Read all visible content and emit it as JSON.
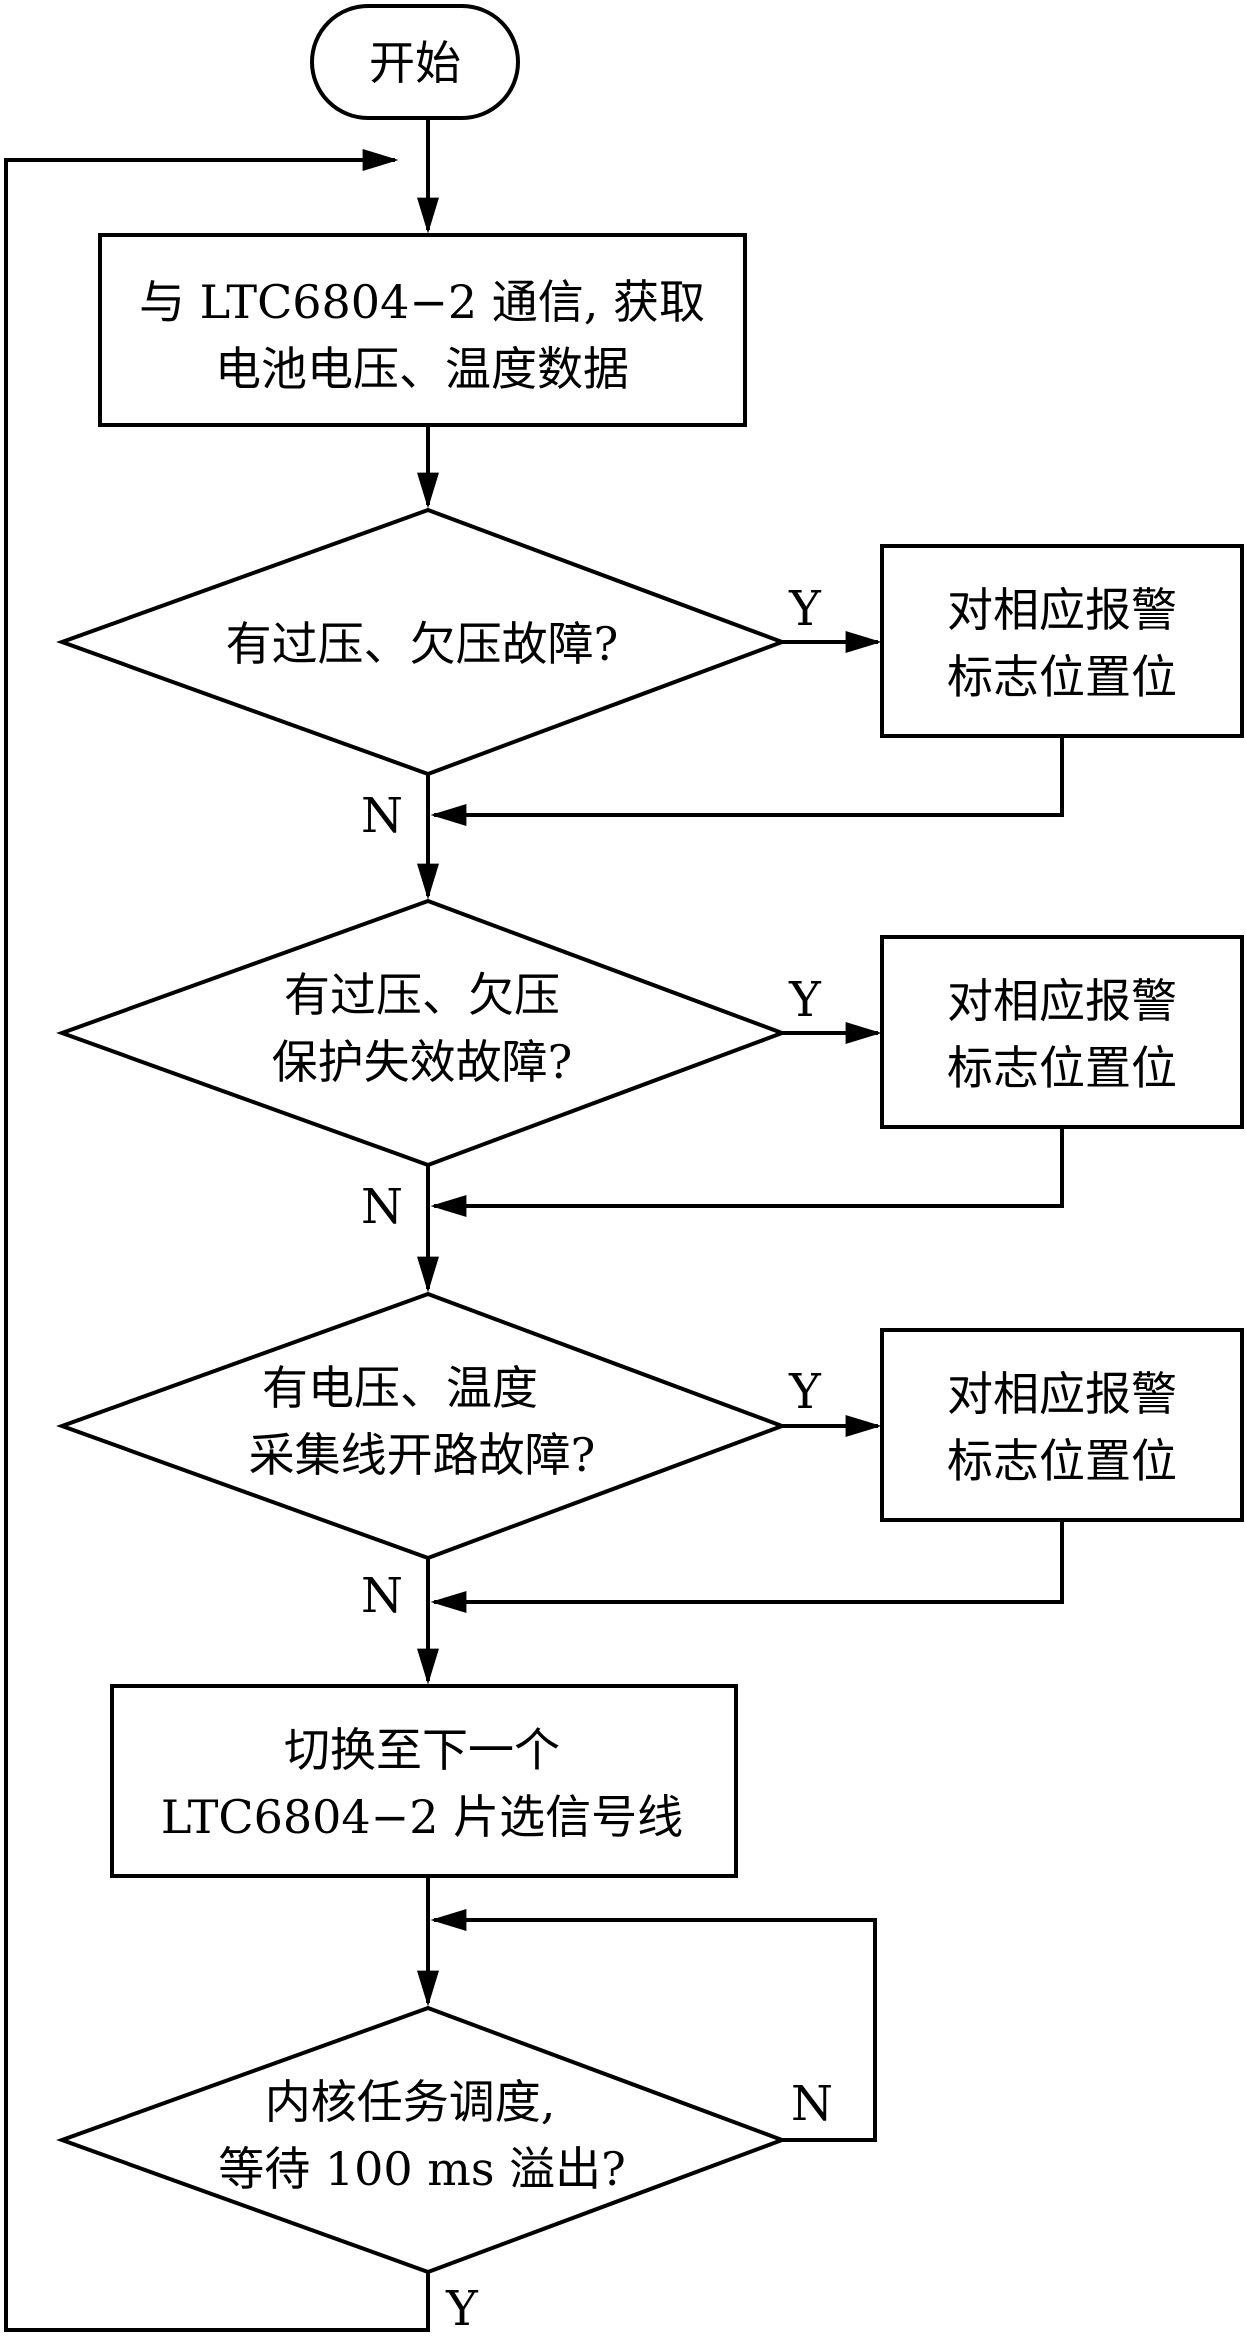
{
  "flowchart": {
    "start": "开始",
    "step1": {
      "line1": "与 LTC6804−2 通信, 获取",
      "line2": "电池电压、温度数据"
    },
    "decision1": {
      "line1": "有过压、欠压故障?"
    },
    "action1": {
      "line1": "对相应报警",
      "line2": "标志位置位"
    },
    "decision2": {
      "line1": "有过压、欠压",
      "line2": "保护失效故障?"
    },
    "action2": {
      "line1": "对相应报警",
      "line2": "标志位置位"
    },
    "decision3": {
      "line1": "有电压、温度",
      "line2": "采集线开路故障?"
    },
    "action3": {
      "line1": "对相应报警",
      "line2": "标志位置位"
    },
    "step2": {
      "line1": "切换至下一个",
      "line2": "LTC6804−2 片选信号线"
    },
    "decision4": {
      "line1": "内核任务调度,",
      "line2": "等待 100 ms 溢出?"
    },
    "labels": {
      "yes": "Y",
      "no": "N"
    }
  }
}
